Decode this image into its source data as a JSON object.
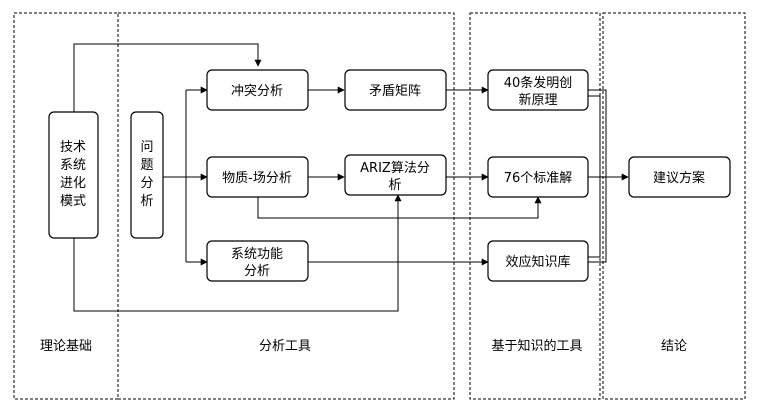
{
  "regions": {
    "theory": "理论基础",
    "tools": "分析工具",
    "knowledge": "基于知识的工具",
    "conclusion": "结论"
  },
  "nodes": {
    "evolution": [
      "技术",
      "系统",
      "进化",
      "模式"
    ],
    "problem": [
      "问",
      "题",
      "分",
      "析"
    ],
    "conflict": "冲突分析",
    "contradiction": "矛盾矩阵",
    "substance_field": "物质-场分析",
    "ariz": [
      "ARIZ算法分",
      "析"
    ],
    "function": [
      "系统功能",
      "分析"
    ],
    "principles": [
      "40条发明创",
      "新原理"
    ],
    "standards": "76个标准解",
    "effects": "效应知识库",
    "proposal": "建议方案"
  }
}
